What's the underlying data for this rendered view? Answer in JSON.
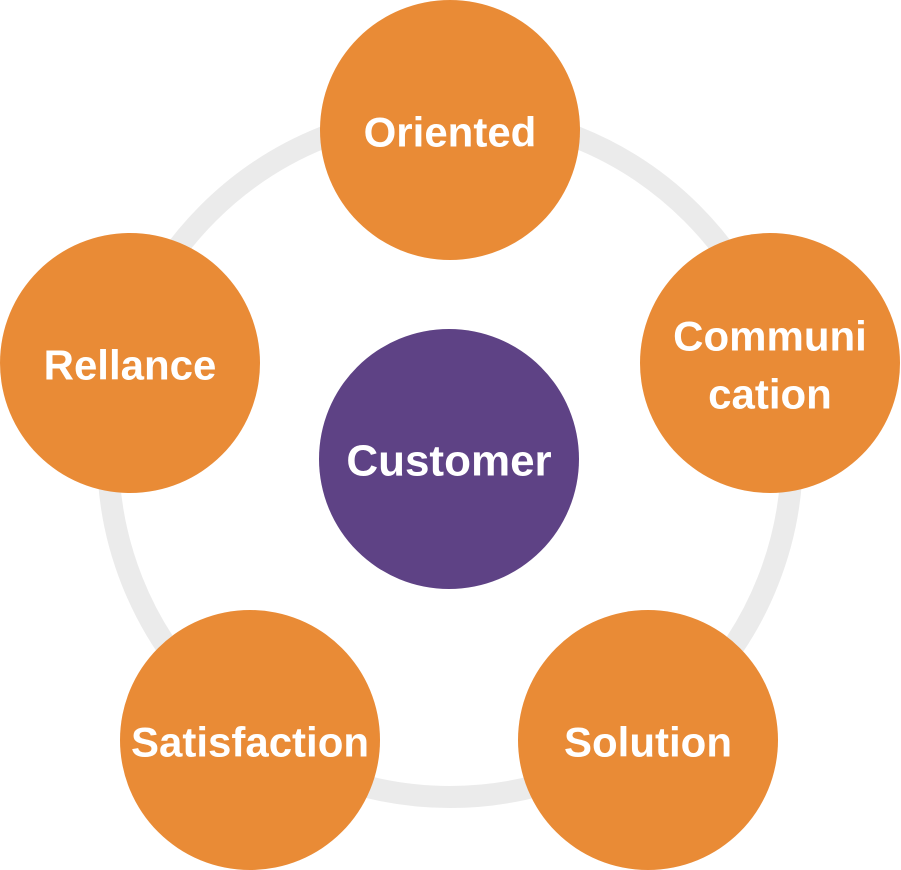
{
  "diagram": {
    "title": "",
    "colors": {
      "ring": "#ebebeb",
      "outer_node": "#e98b36",
      "center_node": "#5e4285",
      "text": "#ffffff"
    },
    "center": {
      "label": "Customer"
    },
    "nodes": [
      {
        "id": "oriented",
        "lines": [
          "Oriented"
        ]
      },
      {
        "id": "communication",
        "lines": [
          "Communi",
          "cation"
        ]
      },
      {
        "id": "solution",
        "lines": [
          "Solution"
        ]
      },
      {
        "id": "satisfaction",
        "lines": [
          "Satisfaction"
        ]
      },
      {
        "id": "rellance",
        "lines": [
          "Rellance"
        ]
      }
    ]
  }
}
